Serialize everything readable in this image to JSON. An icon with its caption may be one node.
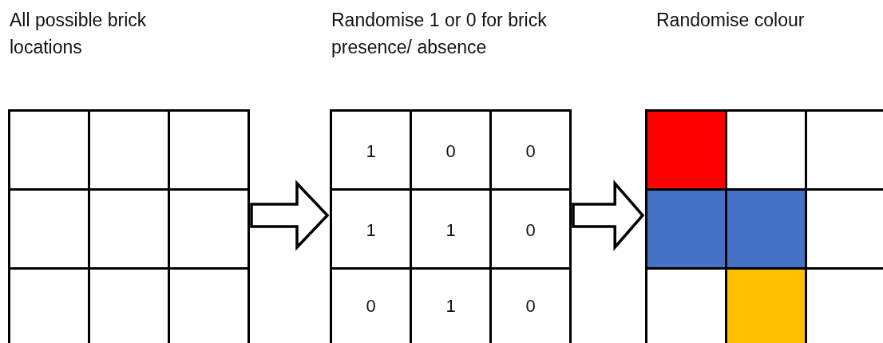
{
  "diagram": {
    "nodes": [
      {
        "text": [
          "All possible brick locations"
        ]
      },
      {
        "text": [],
        "shape": "box",
        "in": 0
      },
      {
        "text": [],
        "shape": "box",
        "in": 0
      },
      {
        "text": [],
        "shape": "box",
        "in": 0
      },
      {
        "text": [],
        "shape": "box",
        "in": 0
      },
      {
        "text": [],
        "shape": "box",
        "in": 0
      },
      {
        "text": [],
        "shape": "box",
        "in": 0
      },
      {
        "text": [],
        "shape": "box",
        "in": 0
      },
      {
        "text": [],
        "shape": "box",
        "in": 0
      },
      {
        "text": [],
        "shape": "box",
        "in": 0
      },
      {
        "text": [
          "Randomise 1 or 0 for brick presence/ absence"
        ]
      },
      {
        "text": [
          "1"
        ],
        "in": 10
      },
      {
        "text": [
          "0"
        ],
        "in": 10
      },
      {
        "text": [
          "0"
        ],
        "in": 10
      },
      {
        "text": [
          "1"
        ],
        "in": 10
      },
      {
        "text": [
          "1"
        ],
        "in": 10
      },
      {
        "text": [
          "0"
        ],
        "in": 10
      },
      {
        "text": [
          "0"
        ],
        "in": 10
      },
      {
        "text": [
          "1"
        ],
        "in": 10
      },
      {
        "text": [
          "0"
        ],
        "in": 10
      },
      {
        "text": [
          "Randomise colour"
        ]
      },
      {
        "text": [],
        "shape": "box",
        "in": 20
      },
      {
        "text": [],
        "shape": "box",
        "in": 20
      },
      {
        "text": [],
        "shape": "box",
        "in": 20
      },
      {
        "text": [],
        "shape": "box",
        "in": 20
      },
      {
        "text": [],
        "shape": "box",
        "in": 20
      },
      {
        "text": [],
        "shape": "box",
        "in": 20
      },
      {
        "text": [],
        "shape": "box",
        "in": 20
      },
      {
        "text": [],
        "shape": "box",
        "in": 20
      },
      {
        "text": [],
        "shape": "box",
        "in": 20
      }
    ],
    "edges": [
      {
        "from": 0,
        "to": 10,
        "arrow": "to"
      },
      {
        "from": 10,
        "to": 20,
        "arrow": "to"
      }
    ]
  }
}
